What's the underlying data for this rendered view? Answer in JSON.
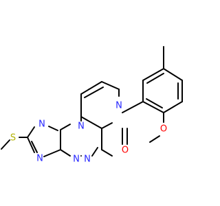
{
  "molecule": {
    "background": "#ffffff",
    "element_colors": {
      "C": "#000000",
      "N": "#2626ff",
      "O": "#ff0000",
      "S": "#b2b200"
    },
    "atoms": [
      {
        "id": "n_ring1",
        "text": "N",
        "color": "#2626ff"
      },
      {
        "id": "n_amide",
        "text": "N",
        "color": "#2626ff"
      },
      {
        "id": "n_left",
        "text": "N",
        "color": "#2626ff"
      },
      {
        "id": "n_bottom",
        "text": "N",
        "color": "#2626ff"
      },
      {
        "id": "n_azo1",
        "text": "N",
        "color": "#2626ff"
      },
      {
        "id": "n_azo2",
        "text": "N",
        "color": "#2626ff"
      },
      {
        "id": "o_carbonyl",
        "text": "O",
        "color": "#ff0000"
      },
      {
        "id": "o_methoxy",
        "text": "O",
        "color": "#ff0000"
      },
      {
        "id": "s_thio",
        "text": "S",
        "color": "#b2b200"
      }
    ]
  }
}
